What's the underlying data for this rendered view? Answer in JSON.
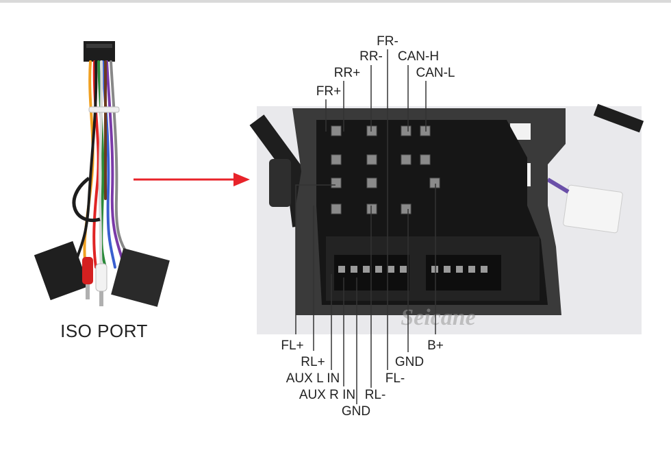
{
  "left": {
    "caption": "ISO PORT"
  },
  "photo": {
    "watermark": "Seicane"
  },
  "pins_top": {
    "fr_minus": "FR-",
    "rr_minus": "RR-",
    "can_h": "CAN-H",
    "rr_plus": "RR+",
    "can_l": "CAN-L",
    "fr_plus": "FR+"
  },
  "pins_bottom": {
    "fl_plus": "FL+",
    "b_plus": "B+",
    "rl_plus": "RL+",
    "gnd_right": "GND",
    "aux_l_in": "AUX L IN",
    "fl_minus": "FL-",
    "aux_r_in": "AUX R IN",
    "rl_minus": "RL-",
    "gnd_bottom": "GND"
  },
  "colors": {
    "arrow": "#e8232a",
    "leader_line": "#333333",
    "connector": "#3a3a3a"
  }
}
